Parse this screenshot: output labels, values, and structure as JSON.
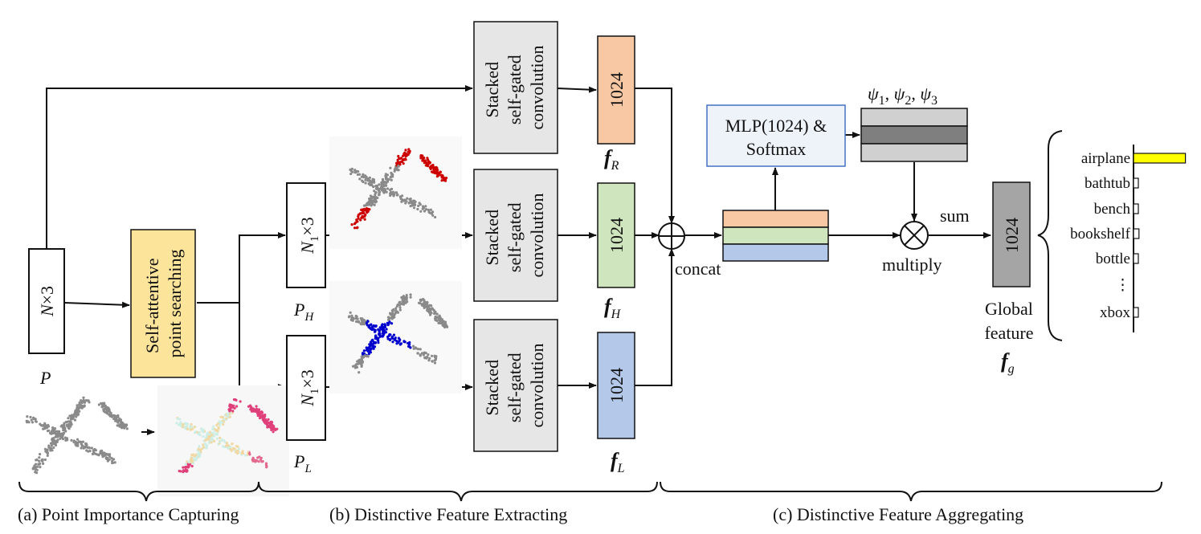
{
  "input": {
    "shape_N": "N",
    "shape_times3": "×3",
    "symbol": "P"
  },
  "searching": {
    "line1": "Self-attentive",
    "line2": "point searching"
  },
  "subsets": {
    "high": {
      "N": "N",
      "sub": "1",
      "times3": "×3",
      "P": "P",
      "Psub": "H"
    },
    "low": {
      "N": "N",
      "sub": "1",
      "times3": "×3",
      "P": "P",
      "Psub": "L"
    }
  },
  "conv": {
    "line1": "Stacked",
    "line2": "self-gated",
    "line3": "convolution"
  },
  "features": {
    "dim": "1024",
    "fR": {
      "f": "f",
      "sub": "R"
    },
    "fH": {
      "f": "f",
      "sub": "H"
    },
    "fL": {
      "f": "f",
      "sub": "L"
    }
  },
  "ops": {
    "concat": "concat",
    "multiply": "multiply",
    "sum": "sum"
  },
  "mlp": {
    "line1": "MLP(1024) &",
    "line2": "Softmax"
  },
  "psi": {
    "p1": "ψ",
    "s1": "1",
    "p2": "ψ",
    "s2": "2",
    "p3": "ψ",
    "s3": "3",
    "sep": ", "
  },
  "global": {
    "dim": "1024",
    "line1": "Global",
    "line2": "feature",
    "f": "f",
    "sub": "g"
  },
  "classes": {
    "items": [
      "airplane",
      "bathtub",
      "bench",
      "bookshelf",
      "bottle",
      "⋮",
      "xbox"
    ],
    "scores": [
      0.95,
      0.04,
      0.05,
      0.1,
      0.04,
      0,
      0.05
    ]
  },
  "sections": {
    "a": "(a) Point Importance Capturing",
    "b": "(b) Distinctive Feature Extracting",
    "c": "(c) Distinctive Feature Aggregating"
  },
  "colors": {
    "searching_fill": "#fde49b",
    "fR_fill": "#f8c8a5",
    "fH_fill": "#cfe5bd",
    "fL_fill": "#b4c8ea",
    "conv_fill": "#e6e6e6",
    "mlp_border": "#4472c4",
    "mlp_fill": "#eef2f9",
    "global_fill": "#a5a5a5",
    "airplane_bar": "#ffff00",
    "high_points": "#cc0000",
    "low_points": "#0000cc"
  }
}
